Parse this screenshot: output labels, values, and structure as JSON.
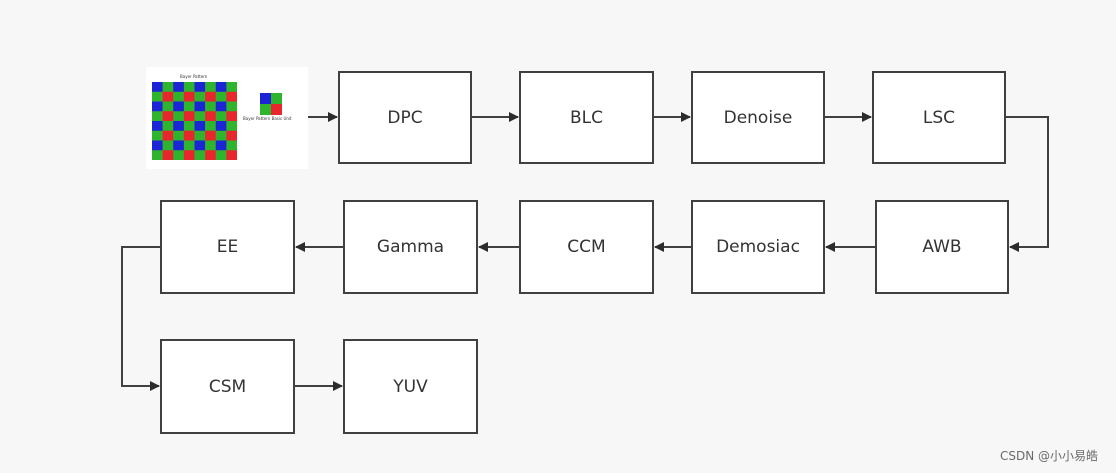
{
  "pipeline": {
    "row1": [
      "DPC",
      "BLC",
      "Denoise",
      "LSC"
    ],
    "row2": [
      "EE",
      "Gamma",
      "CCM",
      "Demosiac",
      "AWB"
    ],
    "row3": [
      "CSM",
      "YUV"
    ]
  },
  "bayer": {
    "top_label": "Bayer Pattern",
    "side_label": "Bayer Pattern Basic Unit",
    "colors": {
      "red": "#e8262b",
      "green": "#2fb42e",
      "blue": "#1c25d6"
    }
  },
  "watermark": "CSDN @小小易皓"
}
